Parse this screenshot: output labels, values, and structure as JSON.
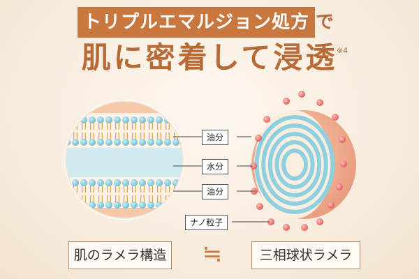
{
  "headline": {
    "badge_text": "トリプルエマルジョン処方",
    "suffix": "で",
    "subheadline": "肌に密着して浸透",
    "note_mark": "※4"
  },
  "diagram": {
    "labels": [
      "油分",
      "水分",
      "油分",
      "ナノ粒子"
    ]
  },
  "bottom": {
    "left_label": "肌のラメラ構造",
    "approx_symbol": "≒",
    "right_label": "三相球状ラメラ"
  },
  "colors": {
    "accent": "#c8773f",
    "bead": "#8fd0e0",
    "water_band": "#cfe9ef",
    "skin": "#f4c8a8",
    "sphere_outer": "#f0a888",
    "nano_particle": "#ee7a7a"
  }
}
